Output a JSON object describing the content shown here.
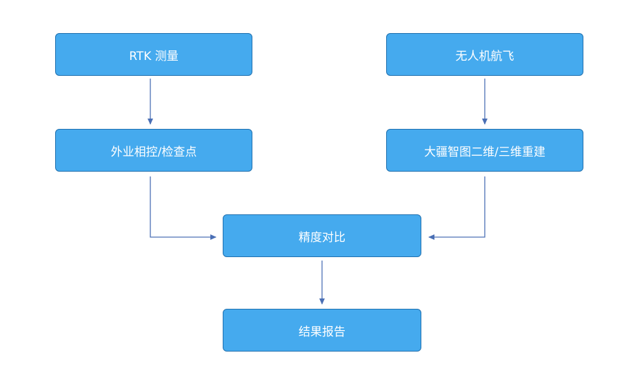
{
  "nodes": {
    "rtk": "RTK 测量",
    "uav": "无人机航飞",
    "field_control": "外业相控/检查点",
    "dji_reconstruction": "大疆智图二维/三维重建",
    "accuracy_compare": "精度对比",
    "result_report": "结果报告"
  },
  "colors": {
    "node_fill": "#45aaee",
    "node_border": "#1f6fae",
    "arrow": "#4a6fb5"
  }
}
